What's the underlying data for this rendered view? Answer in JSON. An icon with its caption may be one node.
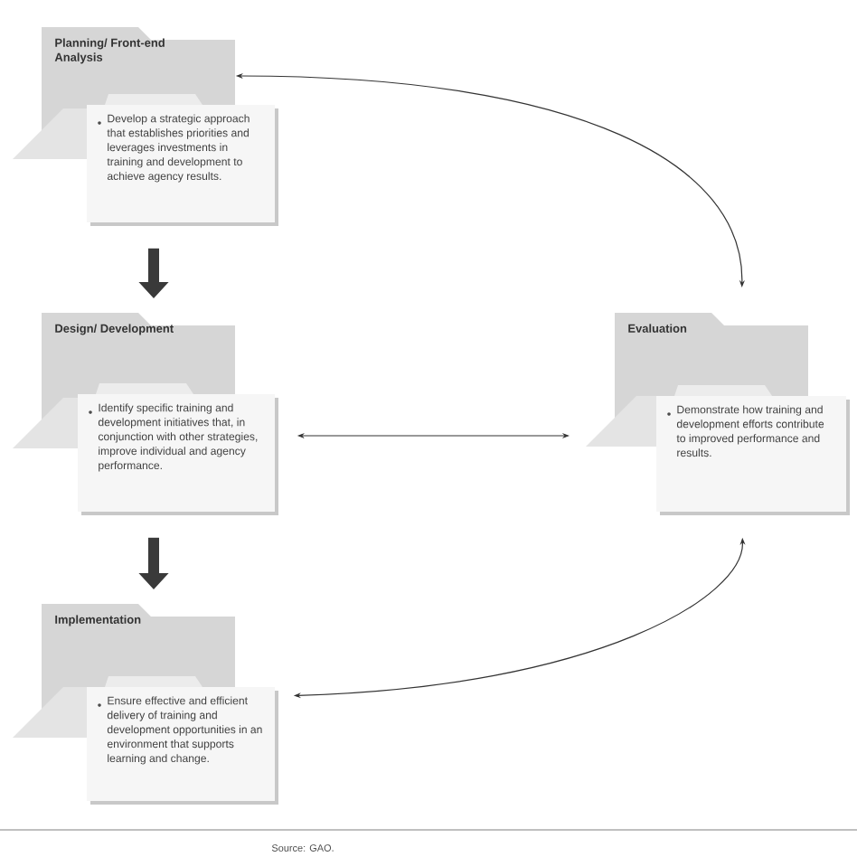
{
  "diagram": {
    "nodes": [
      {
        "text": [
          "Planning/ Front-end Analysis"
        ]
      },
      {
        "text": [
          "Develop a strategic approach that establishes priorities and leverages investments in training and development to achieve agency results."
        ]
      },
      {
        "text": [
          "Design/ Development"
        ]
      },
      {
        "text": [
          "Identify specific training and development initiatives that, in conjunction with other strategies, improve individual and agency performance."
        ]
      },
      {
        "text": [
          "Implementation"
        ]
      },
      {
        "text": [
          "Ensure effective and efficient delivery of training and development opportunities in an environment that supports learning and change."
        ]
      },
      {
        "text": [
          "Evaluation"
        ]
      },
      {
        "text": [
          "Demonstrate how training and development efforts contribute to improved performance and results."
        ]
      }
    ],
    "edges": [
      {
        "from": 1,
        "to": 2,
        "arrow": "to",
        "style": "thick"
      },
      {
        "from": 3,
        "to": 4,
        "arrow": "to",
        "style": "thick"
      },
      {
        "from": 0,
        "to": 6,
        "arrow": "both"
      },
      {
        "from": 3,
        "to": 6,
        "arrow": "both"
      },
      {
        "from": 5,
        "to": 7,
        "arrow": "both"
      }
    ],
    "labels": [
      "Source: GAO."
    ]
  }
}
